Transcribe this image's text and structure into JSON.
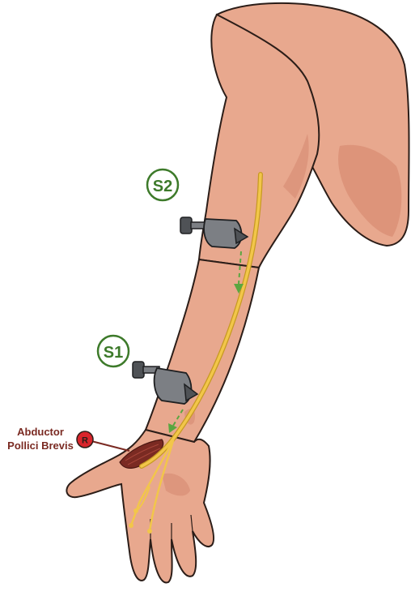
{
  "labels": {
    "s2": "S2",
    "s1": "S1",
    "recording": "R",
    "muscle_line1": "Abductor",
    "muscle_line2": "Pollici Brevis"
  },
  "colors": {
    "skin": "#e8a88e",
    "skin_shadow": "#d98f76",
    "outline": "#2b1d18",
    "nerve": "#f2c64a",
    "nerve_edge": "#c79a22",
    "electrode": "#7c7f84",
    "electrode_dark": "#4f5256",
    "arrow": "#5aa640",
    "stim_circle": "#3d7a2a",
    "rec_fill": "#d9252c",
    "muscle": "#7a2a22"
  },
  "icons": {
    "stimulating_electrode": "stimulating-electrode-icon",
    "recording_marker": "recording-electrode-icon"
  }
}
